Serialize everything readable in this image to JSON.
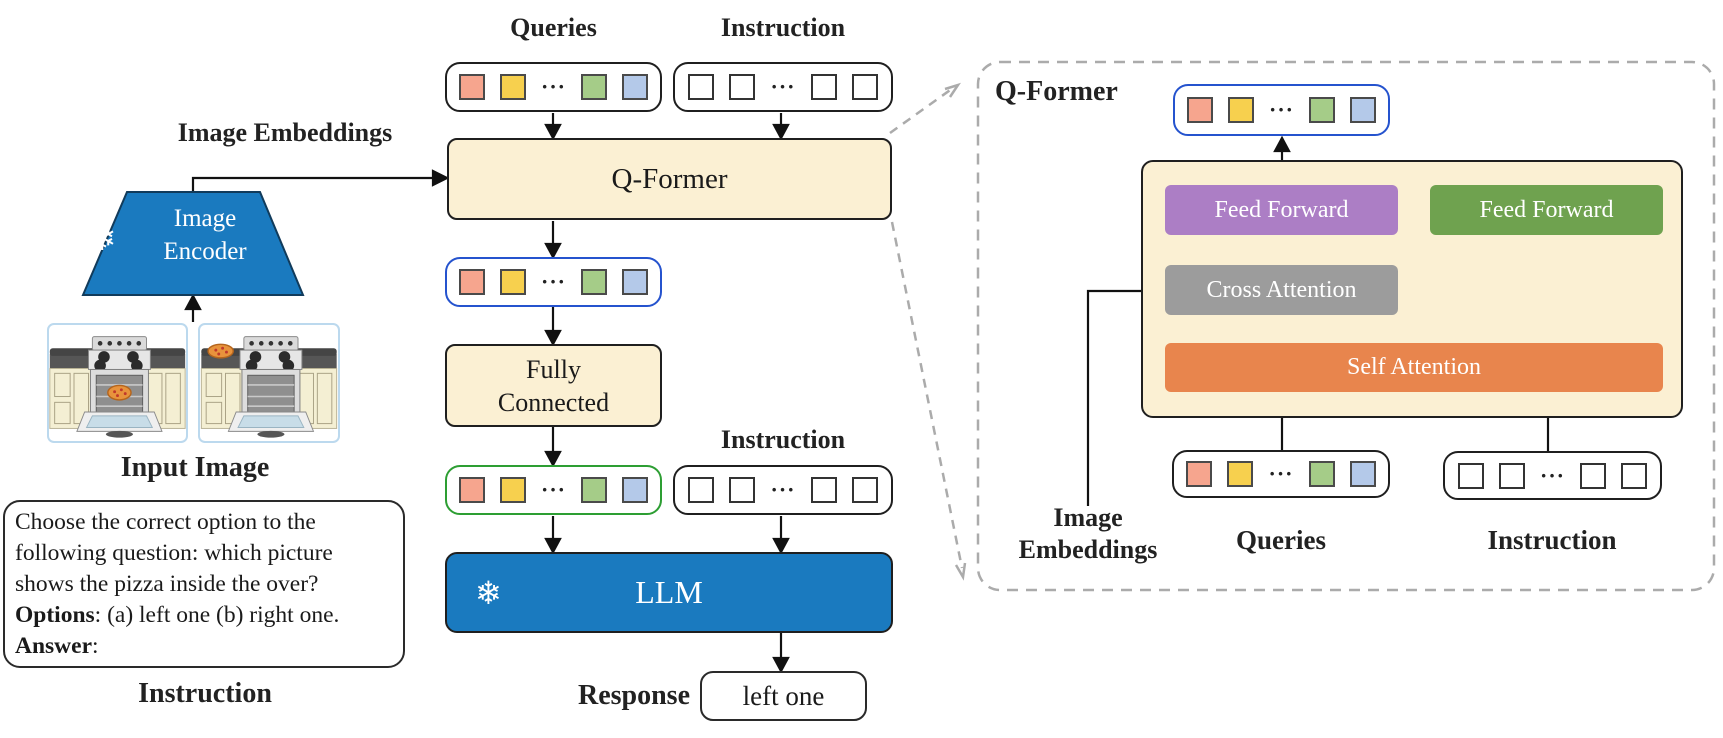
{
  "colors": {
    "beige": "#FBF0D3",
    "blue": "#1A7ABF",
    "purple": "#AC7EC5",
    "gray": "#9C9C9C",
    "orange": "#E8854D",
    "green": "#6FA24F",
    "token_outline_blue": "#2553CE",
    "token_outline_green": "#2D9E33",
    "dashed_gray": "#ABABAB"
  },
  "tokens": {
    "colored": [
      "#F6A58E",
      "#F7D04E",
      "···",
      "#A5CC88",
      "#B4C9E9"
    ],
    "plain": [
      "#FFFFFF",
      "#FFFFFF",
      "···",
      "#FFFFFF",
      "#FFFFFF"
    ]
  },
  "left": {
    "image_embeddings_label": "Image Embeddings",
    "encoder": {
      "snowflake": "❄",
      "line1": "Image",
      "line2": "Encoder"
    },
    "input_image_label": "Input Image",
    "instruction_text": {
      "line1": "Choose the correct option to the",
      "line2": "following question: which picture",
      "line3": "shows the pizza inside the over?",
      "options_label": "Options",
      "options_text": ": (a) left one (b) right one.",
      "answer_label": "Answer",
      "answer_text": ":"
    },
    "instruction_label": "Instruction"
  },
  "middle": {
    "queries_label": "Queries",
    "instruction_label_top": "Instruction",
    "qformer_label": "Q-Former",
    "fully_connected_line1": "Fully",
    "fully_connected_line2": "Connected",
    "instruction_label_mid": "Instruction",
    "llm": {
      "snowflake": "❄",
      "label": "LLM"
    },
    "response_label": "Response",
    "response_value": "left one"
  },
  "right_panel": {
    "title": "Q-Former",
    "feed_forward_left": "Feed Forward",
    "cross_attention": "Cross Attention",
    "self_attention": "Self Attention",
    "feed_forward_right": "Feed Forward",
    "image_embeddings_line1": "Image",
    "image_embeddings_line2": "Embeddings",
    "queries_label": "Queries",
    "instruction_label": "Instruction"
  }
}
